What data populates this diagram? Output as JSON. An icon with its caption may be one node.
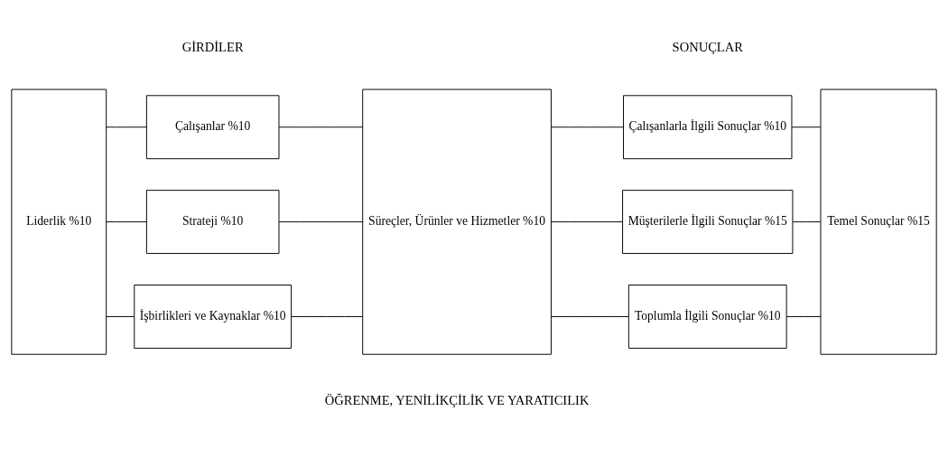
{
  "diagram": {
    "nodes": [
      {
        "text": [
          "Liderlik %10"
        ]
      },
      {
        "text": [
          "Çalışanlar %10"
        ]
      },
      {
        "text": [
          "Strateji %10"
        ]
      },
      {
        "text": [
          "İşbirlikleri ve Kaynaklar %10"
        ]
      },
      {
        "text": [
          "Süreçler, Ürünler ve Hizmetler %10"
        ]
      },
      {
        "text": [
          "Çalışanlarla İlgili Sonuçlar %10"
        ]
      },
      {
        "text": [
          "Müşterilerle İlgili Sonuçlar %15"
        ]
      },
      {
        "text": [
          "Toplumla İlgili Sonuçlar %10"
        ]
      },
      {
        "text": [
          "Temel Sonuçlar %15"
        ]
      }
    ],
    "edges": [
      {
        "from": 0,
        "to": 1,
        "arrow": "none"
      },
      {
        "from": 0,
        "to": 2,
        "arrow": "none"
      },
      {
        "from": 0,
        "to": 3,
        "arrow": "none"
      },
      {
        "from": 1,
        "to": 4,
        "arrow": "none"
      },
      {
        "from": 2,
        "to": 4,
        "arrow": "none"
      },
      {
        "from": 3,
        "to": 4,
        "arrow": "none"
      },
      {
        "from": 4,
        "to": 5,
        "arrow": "none"
      },
      {
        "from": 4,
        "to": 6,
        "arrow": "none"
      },
      {
        "from": 4,
        "to": 7,
        "arrow": "none"
      },
      {
        "from": 5,
        "to": 8,
        "arrow": "none"
      },
      {
        "from": 6,
        "to": 8,
        "arrow": "none"
      },
      {
        "from": 7,
        "to": 8,
        "arrow": "none"
      }
    ],
    "labels": [
      "GİRDİLER",
      "SONUÇLAR",
      "ÖĞRENME, YENİLİKÇİLİK VE YARATICILIK"
    ]
  }
}
